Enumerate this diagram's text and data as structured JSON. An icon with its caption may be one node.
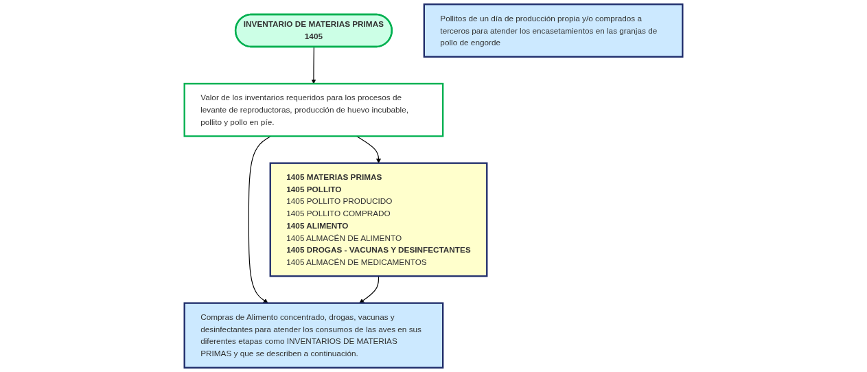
{
  "diagram": {
    "nodes": [
      {
        "text": [
          "INVENTARIO  DE MATERIAS PRIMAS",
          "1405"
        ]
      },
      {
        "text": [
          "Valor de los inventarios requeridos para los procesos de levante de reproductoras, producción de huevo incubable, pollito y pollo en píe."
        ]
      },
      {
        "text": [
          "1405 MATERIAS PRIMAS",
          "1405 POLLITO",
          "1405 POLLITO PRODUCIDO",
          "1405 POLLITO COMPRADO",
          "1405 ALIMENTO",
          "1405 ALMACÉN DE ALIMENTO",
          "1405 DROGAS - VACUNAS Y DESINFECTANTES",
          "1405 ALMACÉN DE MEDICAMENTOS"
        ]
      },
      {
        "text": [
          "Compras de Alimento concentrado, drogas, vacunas y desinfectantes para atender los consumos de las aves en sus diferentes etapas como INVENTARIOS DE MATERIAS PRIMAS y que se describen a continuación."
        ]
      },
      {
        "text": [
          "Pollitos de un día de producción propia y/o comprados a terceros para atender los encasetamientos en las granjas de pollo de engorde"
        ]
      }
    ],
    "edges": [
      {
        "from": 0,
        "to": 1,
        "arrow": "to"
      },
      {
        "from": 1,
        "to": 2,
        "arrow": "to"
      },
      {
        "from": 1,
        "to": 3,
        "arrow": "to"
      },
      {
        "from": 2,
        "to": 3,
        "arrow": "to"
      }
    ]
  }
}
